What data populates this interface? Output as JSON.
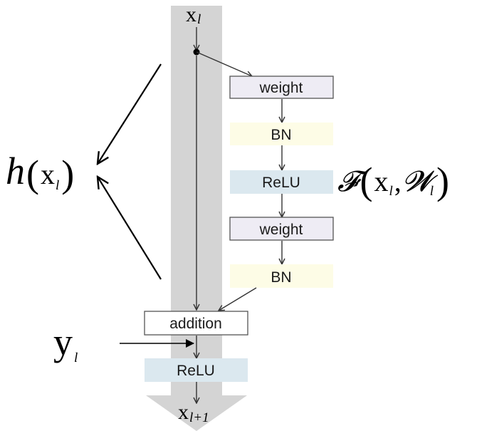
{
  "input": {
    "symbol": "x",
    "subscript": "l"
  },
  "output": {
    "symbol": "x",
    "subscript": "l+1"
  },
  "blocks": {
    "weight_1": "weight",
    "bn_1": "BN",
    "relu_1": "ReLU",
    "weight_2": "weight",
    "bn_2": "BN",
    "addition": "addition",
    "relu_out": "ReLU"
  },
  "side_input": {
    "symbol": "y",
    "subscript": "l"
  },
  "shortcut_label": {
    "func": "h",
    "arg_symbol": "x",
    "arg_subscript": "l"
  },
  "residual_label": {
    "func": "𝓕",
    "arg1_symbol": "x",
    "arg1_subscript": "l",
    "comma": ",",
    "arg2_symbol": "𝓦",
    "arg2_subscript": "l"
  },
  "colors": {
    "shortcut_band": "#d4d4d4",
    "weight_fill": "#eeecf4",
    "bn_fill": "#fdfce6",
    "relu_fill": "#dbe8ef",
    "addition_fill": "#ffffff",
    "stroke": "#333333"
  }
}
